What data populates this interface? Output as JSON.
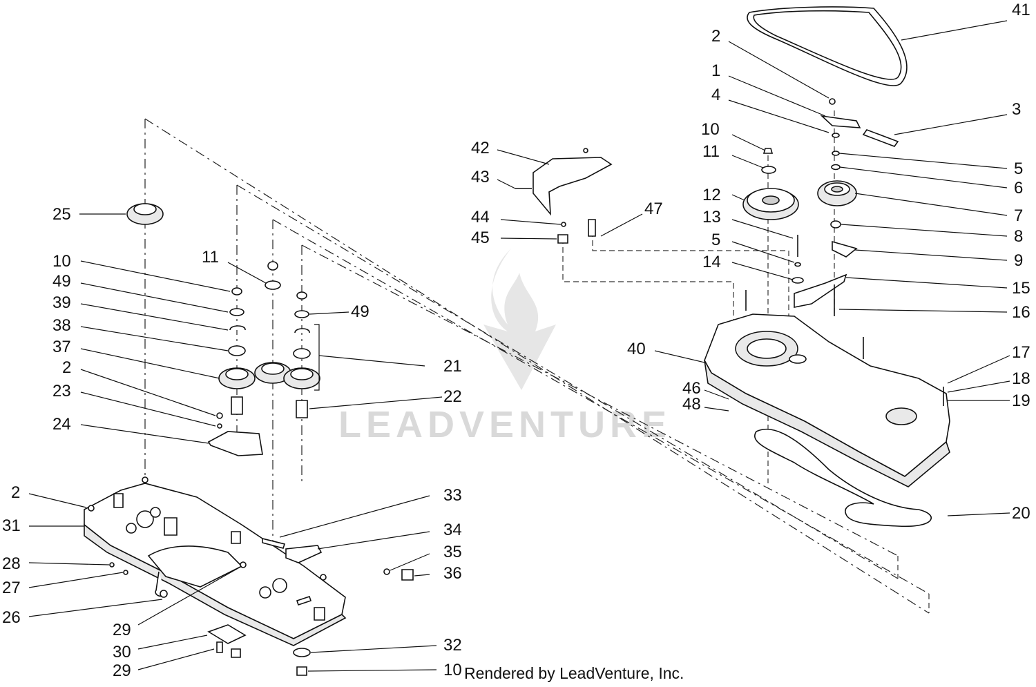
{
  "watermark": {
    "brand": "LEADVENTURE",
    "logo_icon": "flame-v-logo-icon"
  },
  "credit": "Rendered by LeadVenture, Inc.",
  "callouts": [
    {
      "id": "c41",
      "label": "41"
    },
    {
      "id": "c2a",
      "label": "2"
    },
    {
      "id": "c1",
      "label": "1"
    },
    {
      "id": "c4",
      "label": "4"
    },
    {
      "id": "c3",
      "label": "3"
    },
    {
      "id": "c10a",
      "label": "10"
    },
    {
      "id": "c11a",
      "label": "11"
    },
    {
      "id": "c5a",
      "label": "5"
    },
    {
      "id": "c6",
      "label": "6"
    },
    {
      "id": "c12",
      "label": "12"
    },
    {
      "id": "c7",
      "label": "7"
    },
    {
      "id": "c42",
      "label": "42"
    },
    {
      "id": "c43",
      "label": "43"
    },
    {
      "id": "c44",
      "label": "44"
    },
    {
      "id": "c45",
      "label": "45"
    },
    {
      "id": "c47",
      "label": "47"
    },
    {
      "id": "c13",
      "label": "13"
    },
    {
      "id": "c8",
      "label": "8"
    },
    {
      "id": "c5b",
      "label": "5"
    },
    {
      "id": "c9",
      "label": "9"
    },
    {
      "id": "c14",
      "label": "14"
    },
    {
      "id": "c15",
      "label": "15"
    },
    {
      "id": "c16",
      "label": "16"
    },
    {
      "id": "c40",
      "label": "40"
    },
    {
      "id": "c17",
      "label": "17"
    },
    {
      "id": "c18",
      "label": "18"
    },
    {
      "id": "c46",
      "label": "46"
    },
    {
      "id": "c19",
      "label": "19"
    },
    {
      "id": "c48",
      "label": "48"
    },
    {
      "id": "c20",
      "label": "20"
    },
    {
      "id": "c25",
      "label": "25"
    },
    {
      "id": "c11b",
      "label": "11"
    },
    {
      "id": "c10b",
      "label": "10"
    },
    {
      "id": "c49a",
      "label": "49"
    },
    {
      "id": "c49b",
      "label": "49"
    },
    {
      "id": "c39",
      "label": "39"
    },
    {
      "id": "c38",
      "label": "38"
    },
    {
      "id": "c37",
      "label": "37"
    },
    {
      "id": "c21",
      "label": "21"
    },
    {
      "id": "c2b",
      "label": "2"
    },
    {
      "id": "c22",
      "label": "22"
    },
    {
      "id": "c23",
      "label": "23"
    },
    {
      "id": "c24",
      "label": "24"
    },
    {
      "id": "c2c",
      "label": "2"
    },
    {
      "id": "c33",
      "label": "33"
    },
    {
      "id": "c31",
      "label": "31"
    },
    {
      "id": "c34",
      "label": "34"
    },
    {
      "id": "c35",
      "label": "35"
    },
    {
      "id": "c28",
      "label": "28"
    },
    {
      "id": "c36",
      "label": "36"
    },
    {
      "id": "c27",
      "label": "27"
    },
    {
      "id": "c26",
      "label": "26"
    },
    {
      "id": "c29a",
      "label": "29"
    },
    {
      "id": "c30",
      "label": "30"
    },
    {
      "id": "c32",
      "label": "32"
    },
    {
      "id": "c29b",
      "label": "29"
    },
    {
      "id": "c10c",
      "label": "10"
    }
  ]
}
